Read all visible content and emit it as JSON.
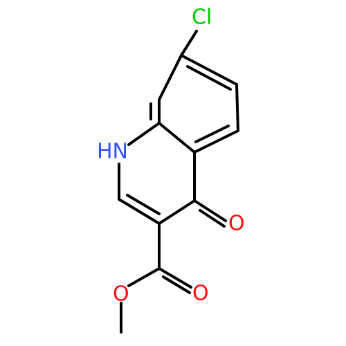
{
  "diagram": {
    "colors": {
      "bond": "#000000",
      "Cl": "#00cc00",
      "N": "#3050f8",
      "O": "#ff0d0d",
      "background": "#ffffff"
    },
    "atoms": {
      "cl": "Cl",
      "nh": "HN",
      "o_ketone": "O",
      "o_carbonyl": "O",
      "o_ester": "O"
    }
  }
}
